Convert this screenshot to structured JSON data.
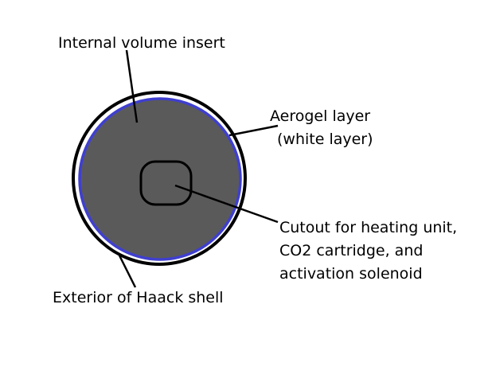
{
  "diagram": {
    "labels": {
      "internal_volume_insert": "Internal volume insert",
      "aerogel_line1": "Aerogel layer",
      "aerogel_line2": "(white layer)",
      "cutout_line1": "Cutout for heating unit,",
      "cutout_line2": "CO2 cartridge, and",
      "cutout_line3": "activation solenoid",
      "exterior_shell": "Exterior of Haack shell"
    },
    "colors": {
      "insert_fill": "#5a5a5a",
      "aerogel_layer": "#ffffff",
      "outer_stroke": "#000000",
      "boundary_stroke": "#3f3fcf",
      "cutout_stroke": "#000000",
      "leader_line": "#000000"
    }
  }
}
